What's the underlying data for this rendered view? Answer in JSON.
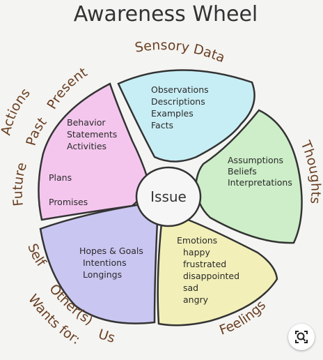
{
  "title": "Awareness Wheel",
  "center": "Issue",
  "segments": {
    "sensory": {
      "label": "Sensory Data",
      "items": [
        "Observations",
        "Descriptions",
        "Examples",
        "Facts"
      ],
      "color": "#c8eef5"
    },
    "thoughts": {
      "label": "Thoughts",
      "items": [
        "Assumptions",
        "Beliefs",
        "Interpretations"
      ],
      "color": "#cdeec8"
    },
    "feelings": {
      "label": "Feelings",
      "items": [
        "Emotions",
        "happy",
        "frustrated",
        "disappointed",
        "sad",
        "angry"
      ],
      "color": "#f2f0b8"
    },
    "wants": {
      "label_self": "Self",
      "label_others": "Other(s)",
      "label_us": "Us",
      "label_wants": "Wants for:",
      "items": [
        "Hopes & Goals",
        "Intentions",
        "Longings"
      ],
      "color": "#c9c6f1"
    },
    "actions": {
      "label": "Actions",
      "label_present": "Present",
      "label_past": "Past",
      "label_future": "Future",
      "items_past": [
        "Behavior",
        "Statements",
        "Activities"
      ],
      "items_future": [
        "Plans",
        "Promises"
      ],
      "color": "#f4c6ee"
    }
  },
  "lens_icon": "search-lens-icon"
}
